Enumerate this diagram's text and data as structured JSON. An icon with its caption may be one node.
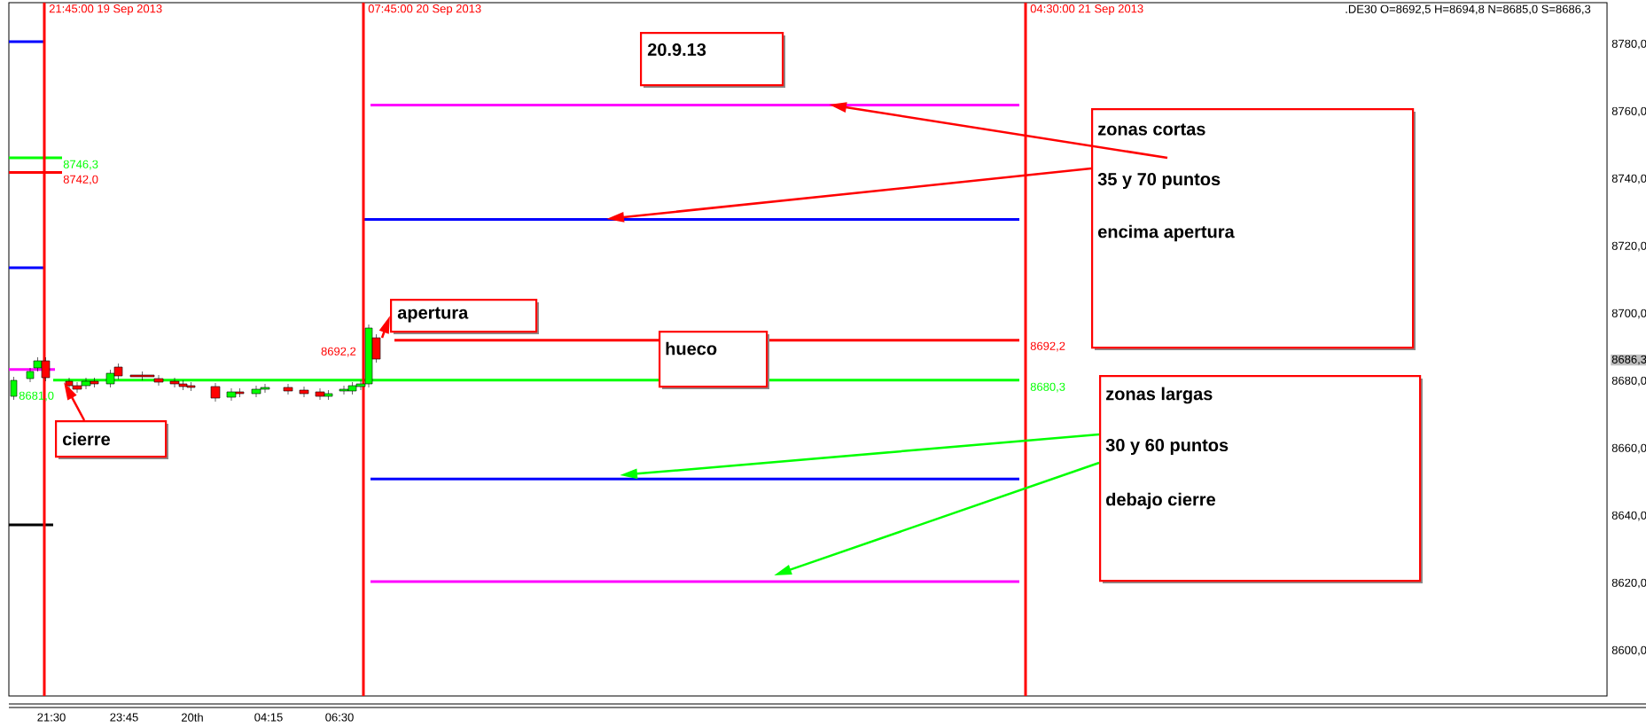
{
  "diagram": {
    "nodes": [
      {
        "text": [
          "20.9.13"
        ]
      },
      {
        "text": [
          "zonas cortas",
          "35 y 70 puntos",
          "encima apertura"
        ]
      },
      {
        "text": [
          "apertura"
        ]
      },
      {
        "text": [
          "hueco"
        ]
      },
      {
        "text": [
          "zonas largas",
          "30 y 60 puntos",
          "debajo cierre"
        ]
      },
      {
        "text": [
          "cierre"
        ]
      },
      {
        "text": [],
        "shape": "picture"
      }
    ],
    "edges": [
      {
        "from": 1,
        "to": null,
        "arrow": "to"
      },
      {
        "from": 1,
        "to": null,
        "arrow": "to"
      },
      {
        "from": 4,
        "to": null,
        "arrow": "to",
        "color": "#00ff00"
      },
      {
        "from": 4,
        "to": null,
        "arrow": "to",
        "color": "#00ff00"
      },
      {
        "from": 6,
        "to": 2,
        "arrow": "to"
      },
      {
        "from": 5,
        "to": 6,
        "arrow": "to"
      }
    ],
    "labels": [
      "21:45:00 19 Sep 2013",
      "07:45:00 20 Sep 2013",
      "04:30:00 21 Sep 2013",
      ".DE30 O=8692,5 H=8694,8 N=8685,0 S=8686,3",
      "8780,0",
      "8760,0",
      "8746,3",
      "8742,0",
      "8740,0",
      "8720,0",
      "8700,0",
      "8692,2",
      "8692,2",
      "8686,3",
      "8681,0",
      "8680,3",
      "8680,0",
      "8660,0",
      "8640,0",
      "8620,0",
      "8600,0",
      "21:30",
      "23:45",
      "20th",
      "04:15",
      "06:30"
    ]
  }
}
